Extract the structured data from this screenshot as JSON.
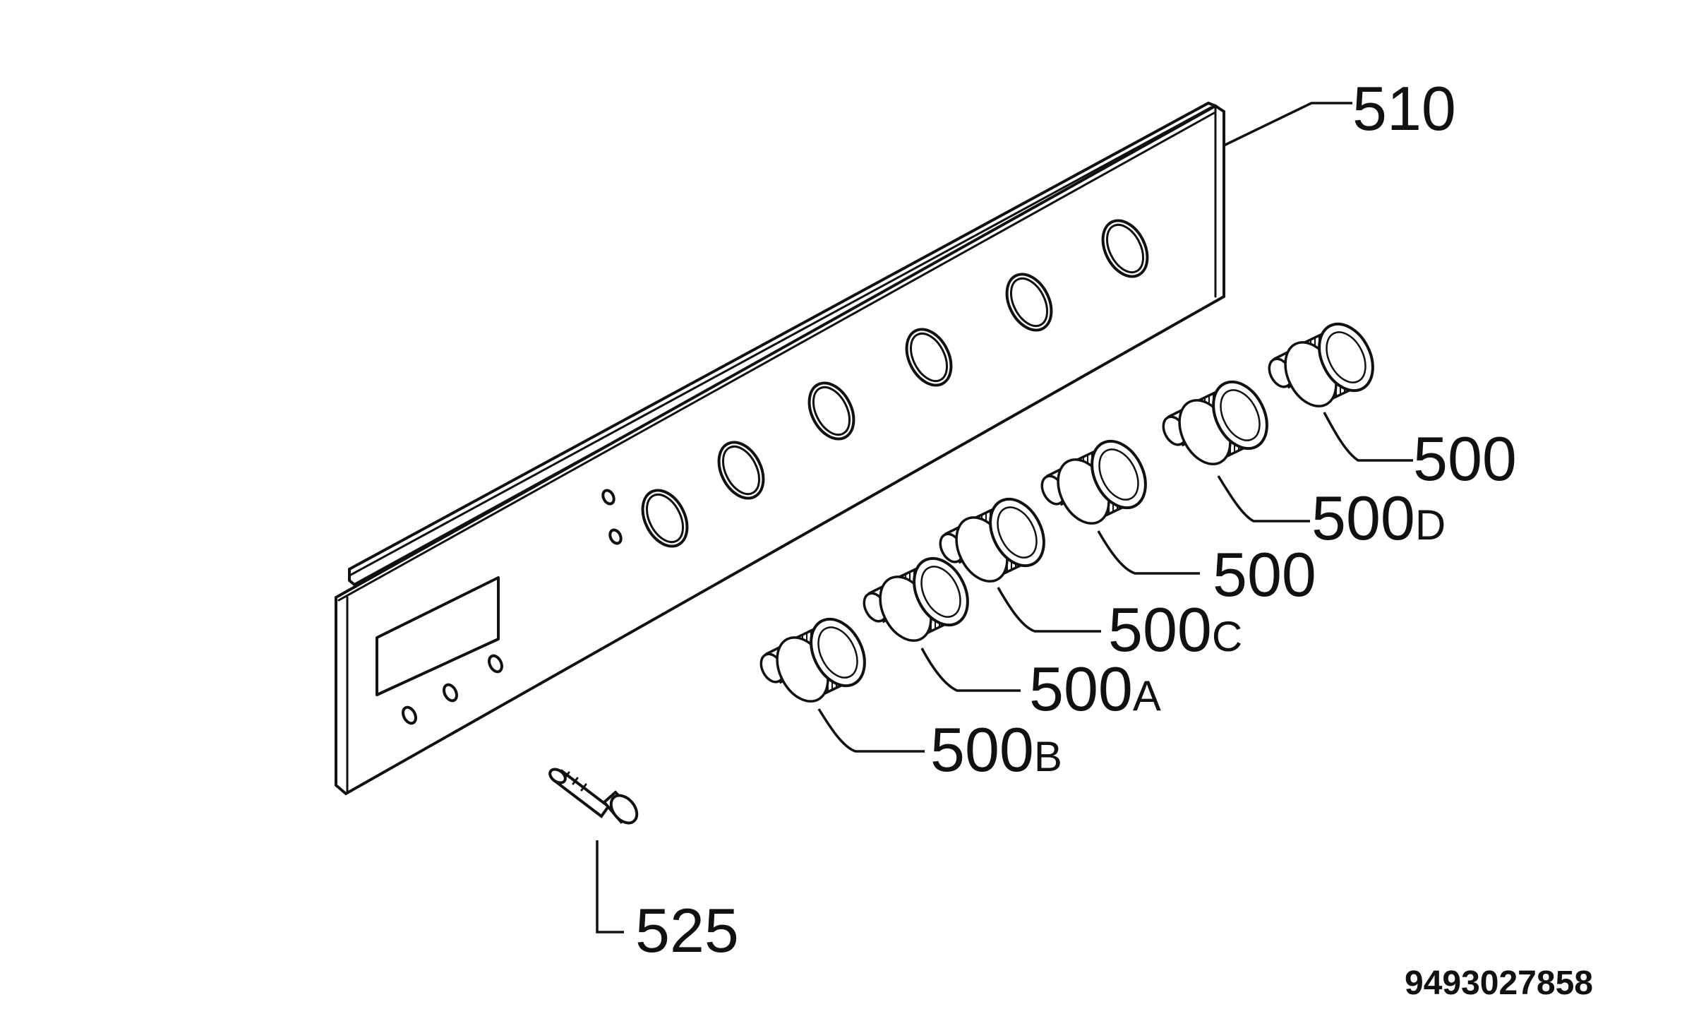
{
  "callouts": [
    {
      "id": "panel",
      "number": "510",
      "suffix": ""
    },
    {
      "id": "knob-1",
      "number": "500",
      "suffix": ""
    },
    {
      "id": "knob-2",
      "number": "500",
      "suffix": "D"
    },
    {
      "id": "knob-3",
      "number": "500",
      "suffix": ""
    },
    {
      "id": "knob-4",
      "number": "500",
      "suffix": "C"
    },
    {
      "id": "knob-5",
      "number": "500",
      "suffix": "A"
    },
    {
      "id": "knob-6",
      "number": "500",
      "suffix": "B"
    },
    {
      "id": "screw",
      "number": "525",
      "suffix": ""
    }
  ],
  "drawing_code": "9493027858"
}
